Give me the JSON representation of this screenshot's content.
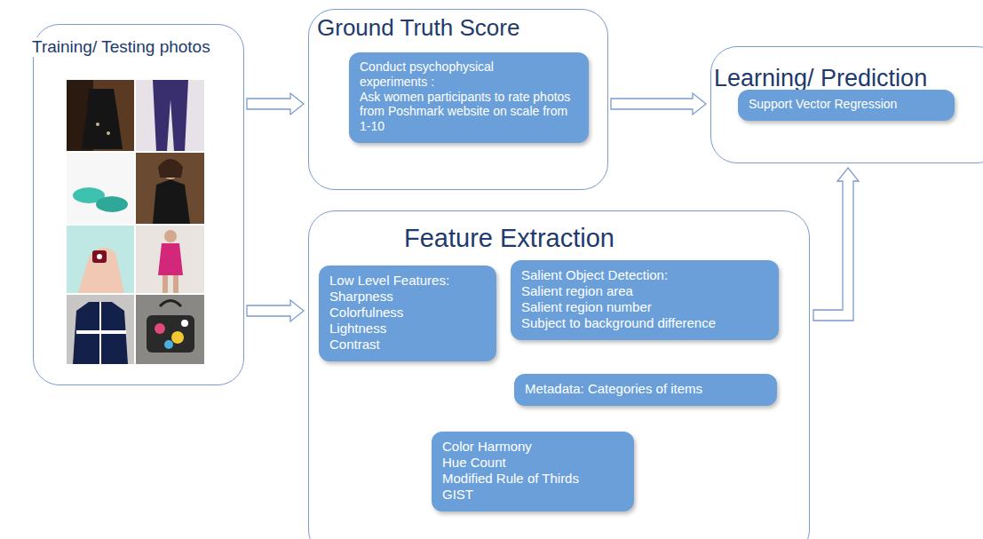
{
  "diagram": {
    "nodes": [
      {
        "text": [
          "Training/ Testing photos"
        ]
      },
      {
        "text": [
          "Ground Truth Score"
        ]
      },
      {
        "text": [
          "Conduct psychophysical experiments :",
          "Ask women participants to rate photos from Poshmark website on scale from 1-10"
        ],
        "in": 1
      },
      {
        "text": [
          "Learning/ Prediction"
        ]
      },
      {
        "text": [
          "Support Vector Regression"
        ],
        "in": 3
      },
      {
        "text": [
          "Feature Extraction"
        ]
      },
      {
        "text": [
          "Low Level Features:",
          "Sharpness",
          "Colorfulness",
          "Lightness",
          "Contrast"
        ],
        "in": 5
      },
      {
        "text": [
          "Salient Object Detection:",
          "Salient region area",
          "Salient region number",
          "Subject to background difference"
        ],
        "in": 5
      },
      {
        "text": [
          "Metadata: Categories of items"
        ],
        "in": 5
      },
      {
        "text": [
          "Color Harmony",
          "Hue Count",
          "Modified Rule of Thirds",
          "GIST"
        ],
        "in": 5
      }
    ],
    "edges": [
      {
        "from": 0,
        "to": 1,
        "arrow": "to"
      },
      {
        "from": 0,
        "to": 5,
        "arrow": "to"
      },
      {
        "from": 1,
        "to": 3,
        "arrow": "to"
      },
      {
        "from": 5,
        "to": 3,
        "arrow": "to"
      }
    ]
  }
}
